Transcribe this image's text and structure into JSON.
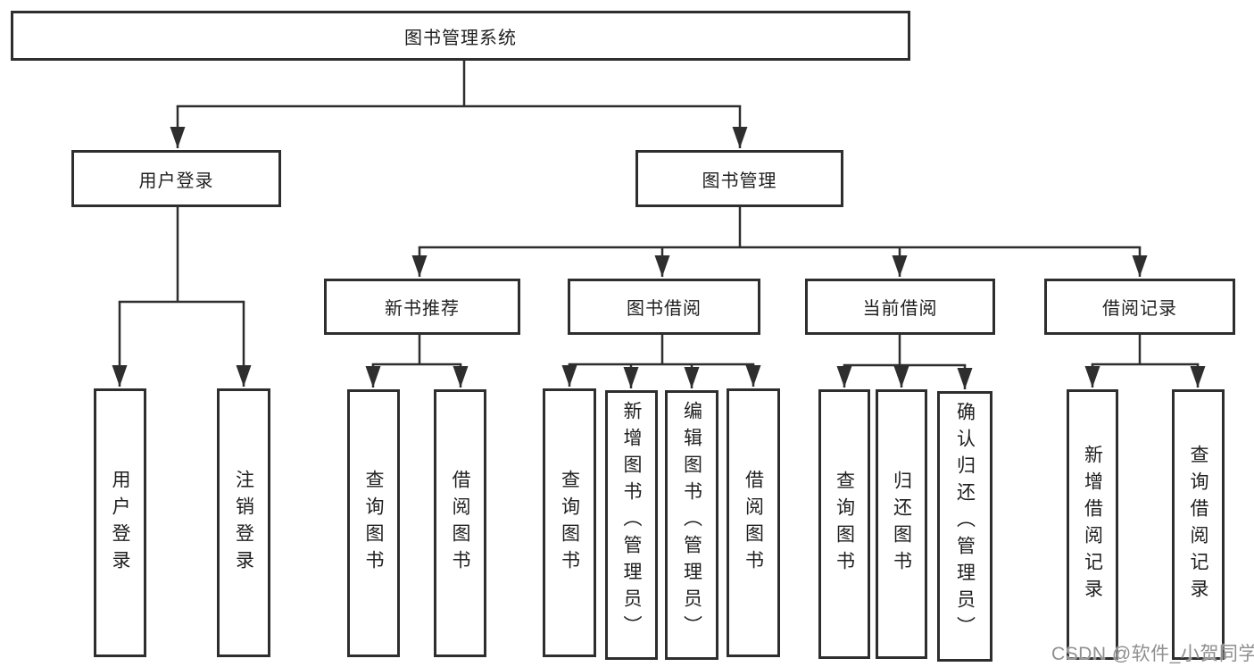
{
  "diagram": {
    "type": "hierarchy",
    "tree": {
      "label": "图书管理系统",
      "children": [
        {
          "label": "用户登录",
          "children": [
            {
              "label": "用户登录"
            },
            {
              "label": "注销登录"
            }
          ]
        },
        {
          "label": "图书管理",
          "children": [
            {
              "label": "新书推荐",
              "children": [
                {
                  "label": "查询图书"
                },
                {
                  "label": "借阅图书"
                }
              ]
            },
            {
              "label": "图书借阅",
              "children": [
                {
                  "label": "查询图书"
                },
                {
                  "label": "新增图书（管理员）"
                },
                {
                  "label": "编辑图书（管理员）"
                },
                {
                  "label": "借阅图书"
                }
              ]
            },
            {
              "label": "当前借阅",
              "children": [
                {
                  "label": "查询图书"
                },
                {
                  "label": "归还图书"
                },
                {
                  "label": "确认归还（管理员）"
                }
              ]
            },
            {
              "label": "借阅记录",
              "children": [
                {
                  "label": "新增借阅记录"
                },
                {
                  "label": "查询借阅记录"
                }
              ]
            }
          ]
        }
      ]
    },
    "colors": {
      "background": "#ffffff",
      "box_border": "#2e2e2e",
      "connector_line": "#2e2e2e",
      "text": "#1f1f1f",
      "watermark_text": "#8f8f8f"
    }
  },
  "watermark": {
    "text": "CSDN @软件_小贺同学"
  }
}
